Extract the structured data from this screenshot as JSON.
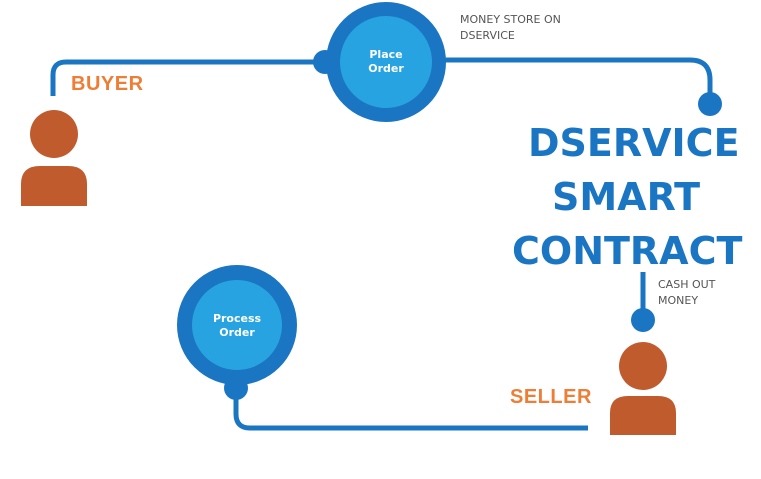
{
  "colors": {
    "primary_blue": "#1a75c3",
    "light_blue": "#28a3e1",
    "person_orange": "#c05b2e",
    "label_orange": "#ee7d36",
    "note_gray": "#555555",
    "background": "#ffffff"
  },
  "labels": {
    "buyer": "BUYER",
    "seller": "SELLER"
  },
  "nodes": {
    "place_order": [
      "Place",
      "Order"
    ],
    "process_order": [
      "Process",
      "Order"
    ]
  },
  "title": {
    "lines": [
      "DSERVICE",
      "SMART",
      "CONTRACT"
    ]
  },
  "notes": {
    "money_store": [
      "MONEY STORE ON",
      "DSERVICE"
    ],
    "cash_out": [
      "CASH OUT",
      "MONEY"
    ]
  },
  "icons": {
    "buyer": "person-icon",
    "seller": "person-icon"
  }
}
